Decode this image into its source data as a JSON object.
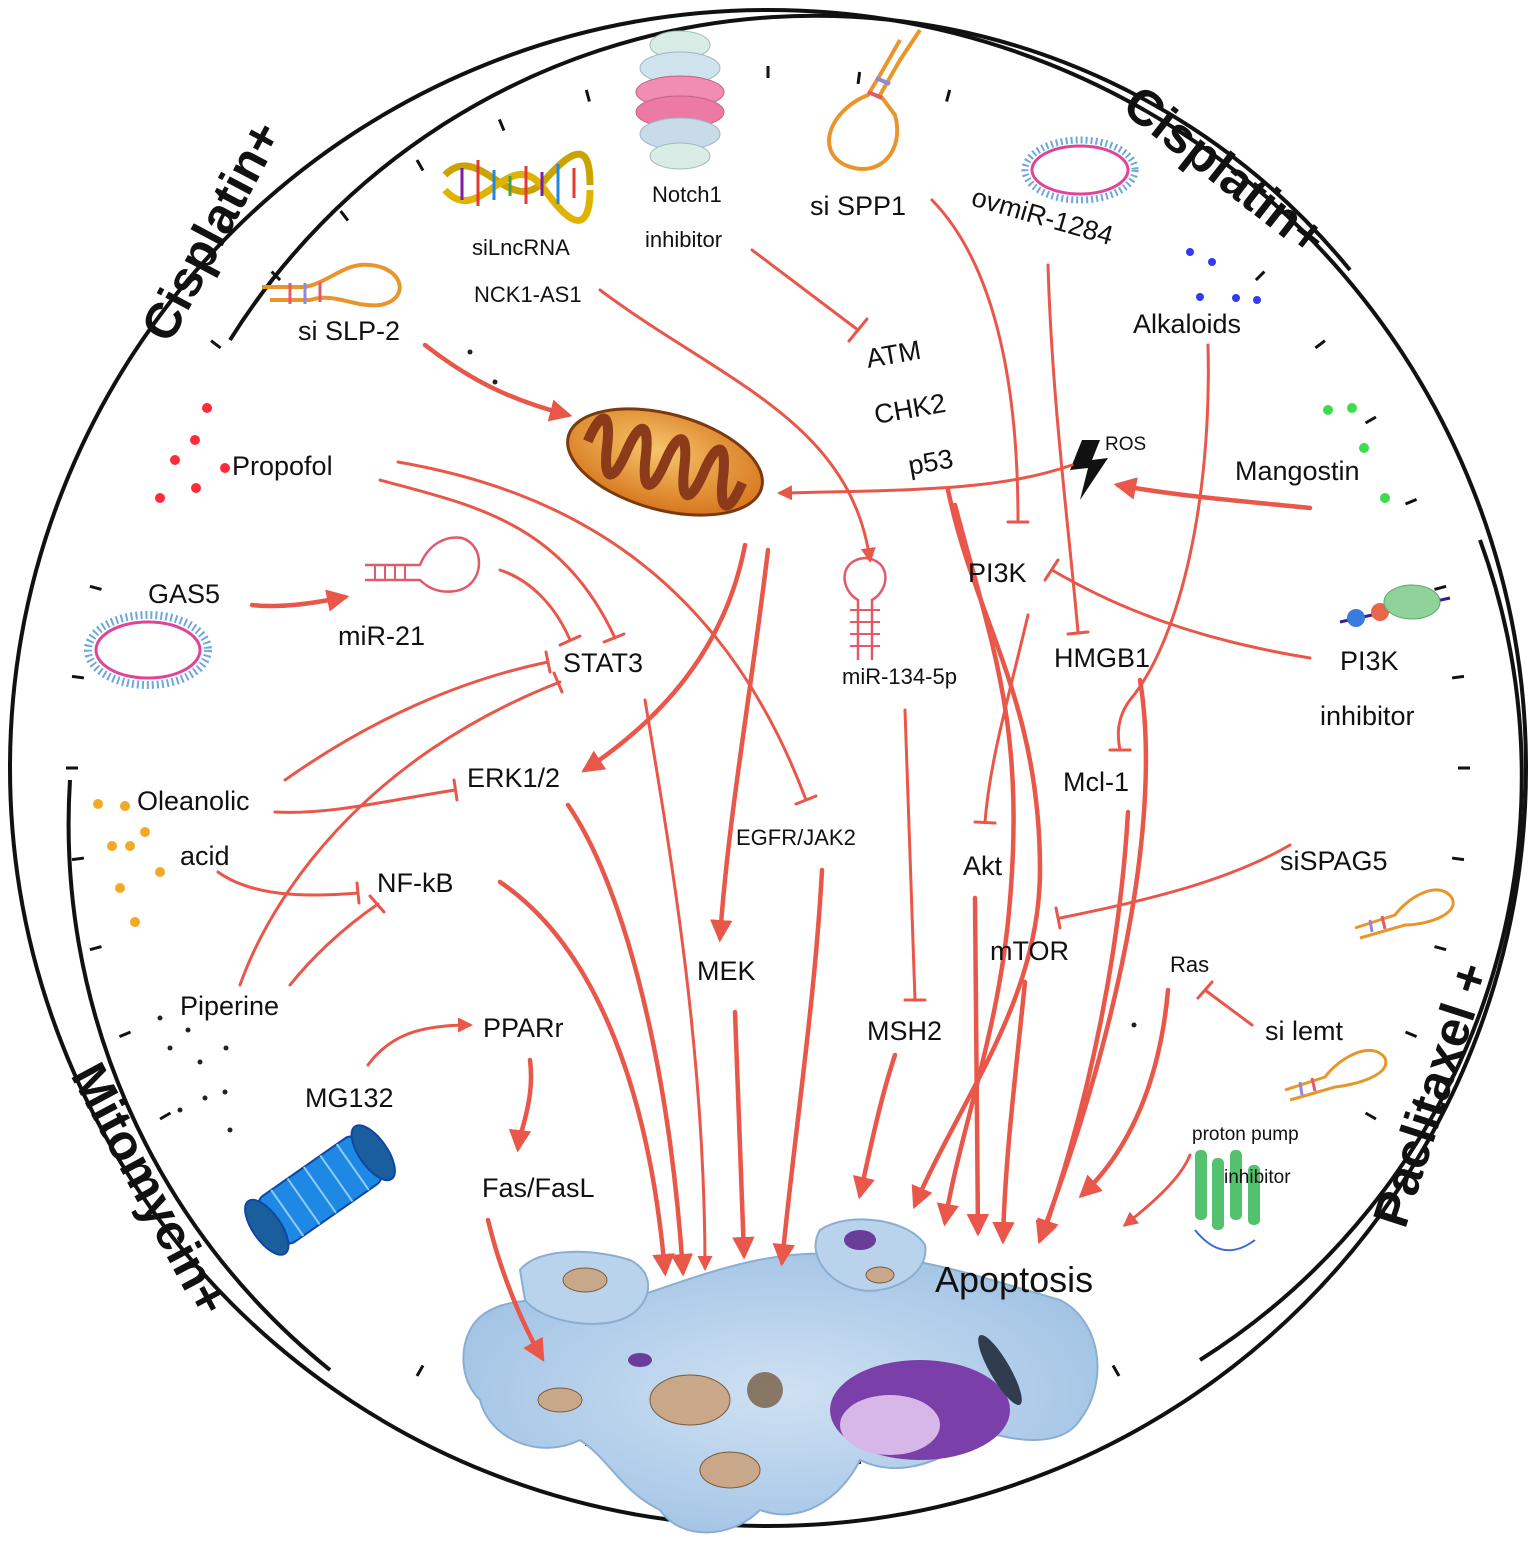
{
  "quadrants": {
    "top_left": "Cisplatin+",
    "top_right": "Cisplatin+",
    "bottom_left": "Mitomycin+",
    "bottom_right": "Paclitaxel +"
  },
  "agents": {
    "si_slp2": "si SLP-2",
    "silncrna": "siLncRNA",
    "nck1_as1": "NCK1-AS1",
    "notch1": "Notch1",
    "notch1_inhibitor": "inhibitor",
    "si_spp1": "si SPP1",
    "ovmir1284": "ovmiR-1284",
    "alkaloids": "Alkaloids",
    "propofol": "Propofol",
    "mangostin": "Mangostin",
    "gas5": "GAS5",
    "pi3k_inhibitor_line1": "PI3K",
    "pi3k_inhibitor_line2": "inhibitor",
    "oleanolic": "Oleanolic",
    "acid": "acid",
    "sispag5": "siSPAG5",
    "piperine": "Piperine",
    "si_lemt": "si lemt",
    "mg132": "MG132",
    "proton_pump_line1": "proton pump",
    "proton_pump_line2": "inhibitor"
  },
  "molecules": {
    "atm": "ATM",
    "chk2": "CHK2",
    "p53": "p53",
    "ros": "ROS",
    "pi3k": "PI3K",
    "mir21": "miR-21",
    "stat3": "STAT3",
    "mir134": "miR-134-5p",
    "hmgb1": "HMGB1",
    "erk": "ERK1/2",
    "mcl1": "Mcl-1",
    "egfr": "EGFR/JAK2",
    "akt": "Akt",
    "nfkb": "NF-kB",
    "mtor": "mTOR",
    "ras": "Ras",
    "mek": "MEK",
    "msh2": "MSH2",
    "pparr": "PPARr",
    "fas": "Fas/FasL"
  },
  "outcome": {
    "apoptosis": "Apoptosis"
  },
  "colors": {
    "arrow": "#e8574a",
    "rim": "#111111",
    "cell_fill": "#b9d3ec",
    "mito_outer": "#e89a3c",
    "mito_inner": "#8b3a1a",
    "vesicle_ring": "#6fa8dc",
    "vesicle_inner": "#e0449a",
    "hairpin_orange": "#e8962c",
    "hairpin_pink": "#e05a6a",
    "proteasome": "#1e88e5"
  }
}
